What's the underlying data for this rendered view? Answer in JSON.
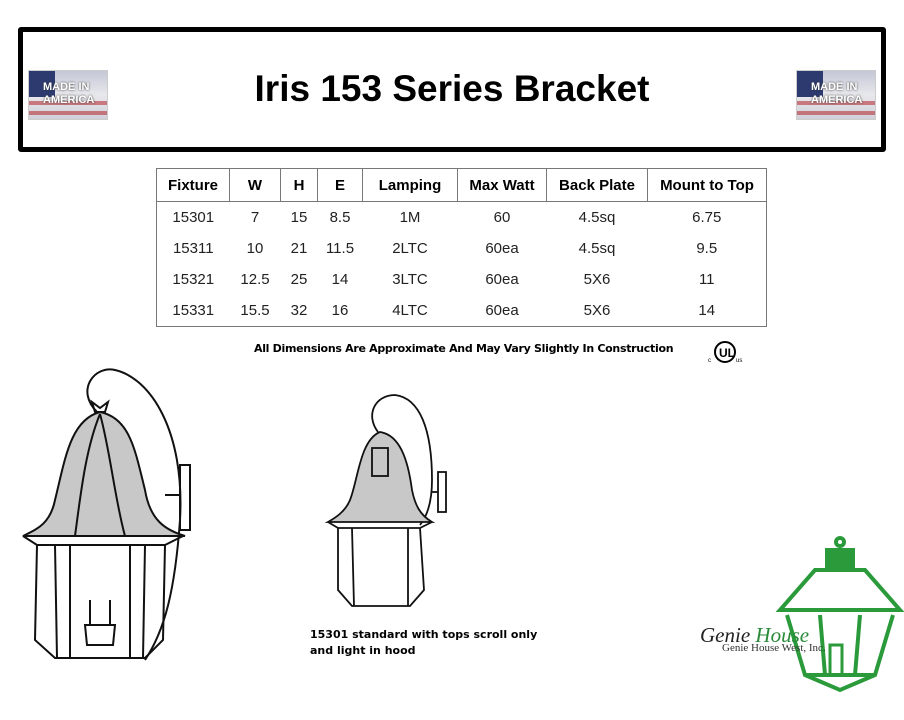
{
  "header": {
    "title": "Iris 153 Series Bracket",
    "badge_left": "MADE IN AMERICA",
    "badge_right": "MADE IN AMERICA"
  },
  "table": {
    "columns": [
      "Fixture",
      "W",
      "H",
      "E",
      "Lamping",
      "Max Watt",
      "Back Plate",
      "Mount to Top"
    ],
    "rows": [
      [
        "15301",
        "7",
        "15",
        "8.5",
        "1M",
        "60",
        "4.5sq",
        "6.75"
      ],
      [
        "15311",
        "10",
        "21",
        "11.5",
        "2LTC",
        "60ea",
        "4.5sq",
        "9.5"
      ],
      [
        "15321",
        "12.5",
        "25",
        "14",
        "3LTC",
        "60ea",
        "5X6",
        "11"
      ],
      [
        "15331",
        "15.5",
        "32",
        "16",
        "4LTC",
        "60ea",
        "5X6",
        "14"
      ]
    ]
  },
  "note": "All Dimensions Are Approximate And May Vary Slightly In Construction",
  "ul_mark": {
    "c": "c",
    "ul": "UL",
    "us": "us"
  },
  "caption": {
    "line1": "15301 standard with tops scroll only",
    "line2": "and light in hood"
  },
  "logo": {
    "name_1": "Genie ",
    "name_2": "House",
    "sub": "Genie House West, Inc.",
    "color": "#2a9a3a"
  }
}
